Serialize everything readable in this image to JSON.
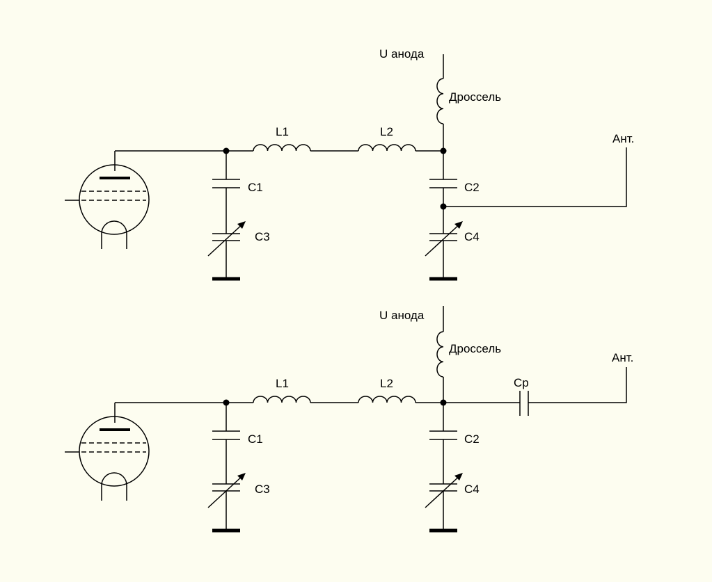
{
  "colors": {
    "background": "#fdfdf0",
    "ink": "#000000"
  },
  "schematics": [
    {
      "variant": "direct-antenna",
      "labels": {
        "anode": "U анода",
        "choke": "Дроссель",
        "antenna": "Ант.",
        "l1": "L1",
        "l2": "L2",
        "c1": "C1",
        "c2": "C2",
        "c3": "C3",
        "c4": "C4"
      }
    },
    {
      "variant": "coupling-capacitor",
      "labels": {
        "anode": "U анода",
        "choke": "Дроссель",
        "antenna": "Ант.",
        "l1": "L1",
        "l2": "L2",
        "c1": "C1",
        "c2": "C2",
        "c3": "C3",
        "c4": "C4",
        "cp": "Cp"
      }
    }
  ]
}
